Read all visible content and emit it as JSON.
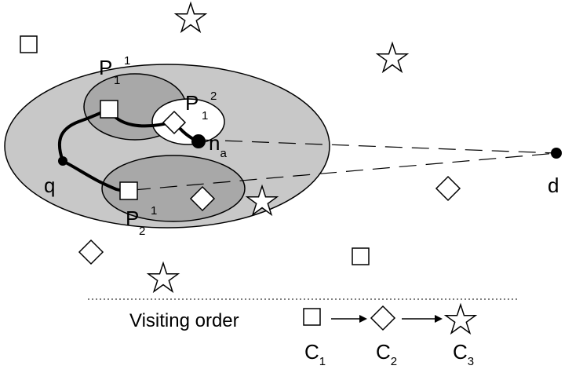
{
  "points": {
    "q": "q",
    "d": "d",
    "na": {
      "main": "n",
      "sub": "a"
    }
  },
  "regions": {
    "p11": {
      "main": "P",
      "sub": "1",
      "sup": "1"
    },
    "p12": {
      "main": "P",
      "sub": "1",
      "sup": "2"
    },
    "p21": {
      "main": "P",
      "sub": "2",
      "sup": "1"
    }
  },
  "legend": {
    "title": "Visiting order",
    "c1": {
      "main": "C",
      "sub": "1",
      "shape": "square-icon"
    },
    "c2": {
      "main": "C",
      "sub": "2",
      "shape": "diamond-icon"
    },
    "c3": {
      "main": "C",
      "sub": "3",
      "shape": "star-icon"
    }
  },
  "colors": {
    "outer_region": "#c8c8c8",
    "inner_region": "#a8a8a8",
    "highlight_region": "#ffffff",
    "stroke": "#000000"
  }
}
